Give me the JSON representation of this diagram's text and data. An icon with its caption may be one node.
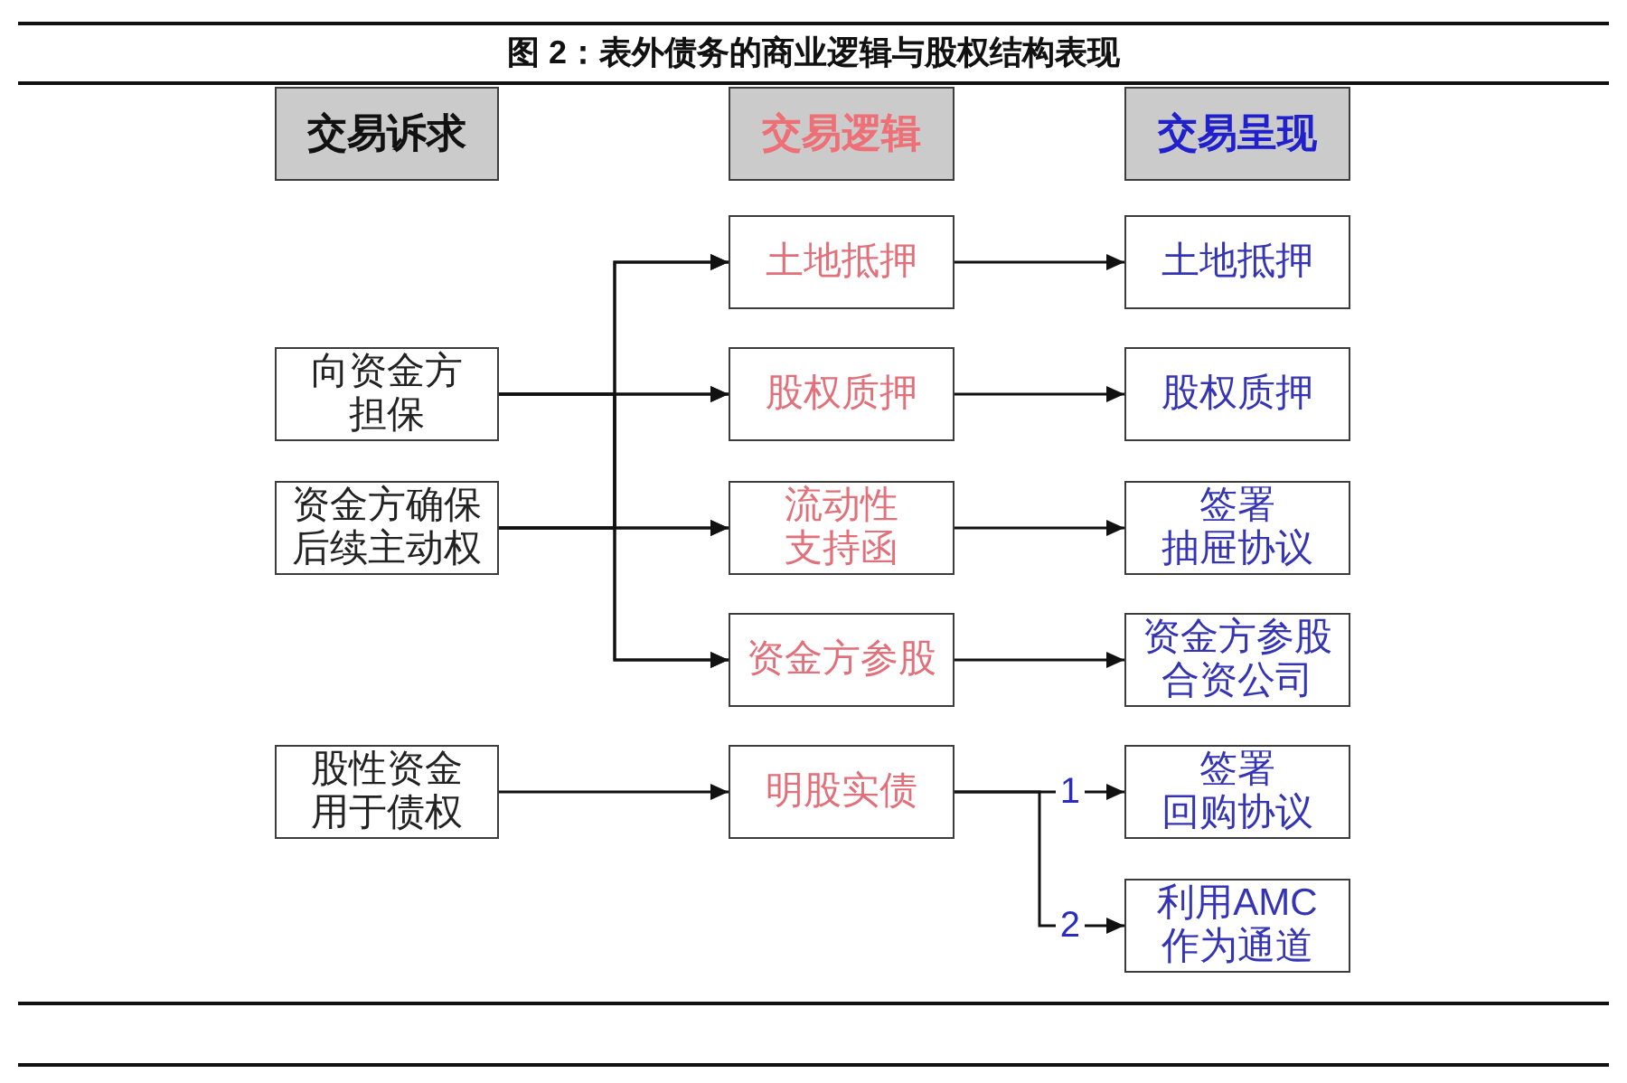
{
  "diagram": {
    "title": "图 2：表外债务的商业逻辑与股权结构表现",
    "nodes": [
      {
        "text": [
          "交易诉求"
        ]
      },
      {
        "text": [
          "交易逻辑"
        ]
      },
      {
        "text": [
          "交易呈现"
        ]
      },
      {
        "text": [
          "土地抵押"
        ]
      },
      {
        "text": [
          "土地抵押"
        ]
      },
      {
        "text": [
          "向资金方担保"
        ]
      },
      {
        "text": [
          "股权质押"
        ]
      },
      {
        "text": [
          "股权质押"
        ]
      },
      {
        "text": [
          "资金方确保后续主动权"
        ]
      },
      {
        "text": [
          "流动性支持函"
        ]
      },
      {
        "text": [
          "签署抽屉协议"
        ]
      },
      {
        "text": [
          "资金方参股"
        ]
      },
      {
        "text": [
          "资金方参股合资公司"
        ]
      },
      {
        "text": [
          "股性资金用于债权"
        ]
      },
      {
        "text": [
          "明股实债"
        ]
      },
      {
        "text": [
          "签署回购协议"
        ]
      },
      {
        "text": [
          "利用AMC作为通道"
        ]
      }
    ],
    "edges": [
      {
        "from": 5,
        "to": 3,
        "arrow": "to"
      },
      {
        "from": 5,
        "to": 6,
        "arrow": "to"
      },
      {
        "from": 5,
        "to": 9,
        "arrow": "to"
      },
      {
        "from": 5,
        "to": 11,
        "arrow": "to"
      },
      {
        "from": 8,
        "to": 3,
        "arrow": "to"
      },
      {
        "from": 8,
        "to": 6,
        "arrow": "to"
      },
      {
        "from": 8,
        "to": 9,
        "arrow": "to"
      },
      {
        "from": 8,
        "to": 11,
        "arrow": "to"
      },
      {
        "from": 3,
        "to": 4,
        "arrow": "to"
      },
      {
        "from": 6,
        "to": 7,
        "arrow": "to"
      },
      {
        "from": 9,
        "to": 10,
        "arrow": "to"
      },
      {
        "from": 11,
        "to": 12,
        "arrow": "to"
      },
      {
        "from": 13,
        "to": 14,
        "arrow": "to"
      },
      {
        "from": 14,
        "to": 15,
        "arrow": "to",
        "label": "1"
      },
      {
        "from": 14,
        "to": 16,
        "arrow": "to",
        "label": "2"
      }
    ]
  }
}
